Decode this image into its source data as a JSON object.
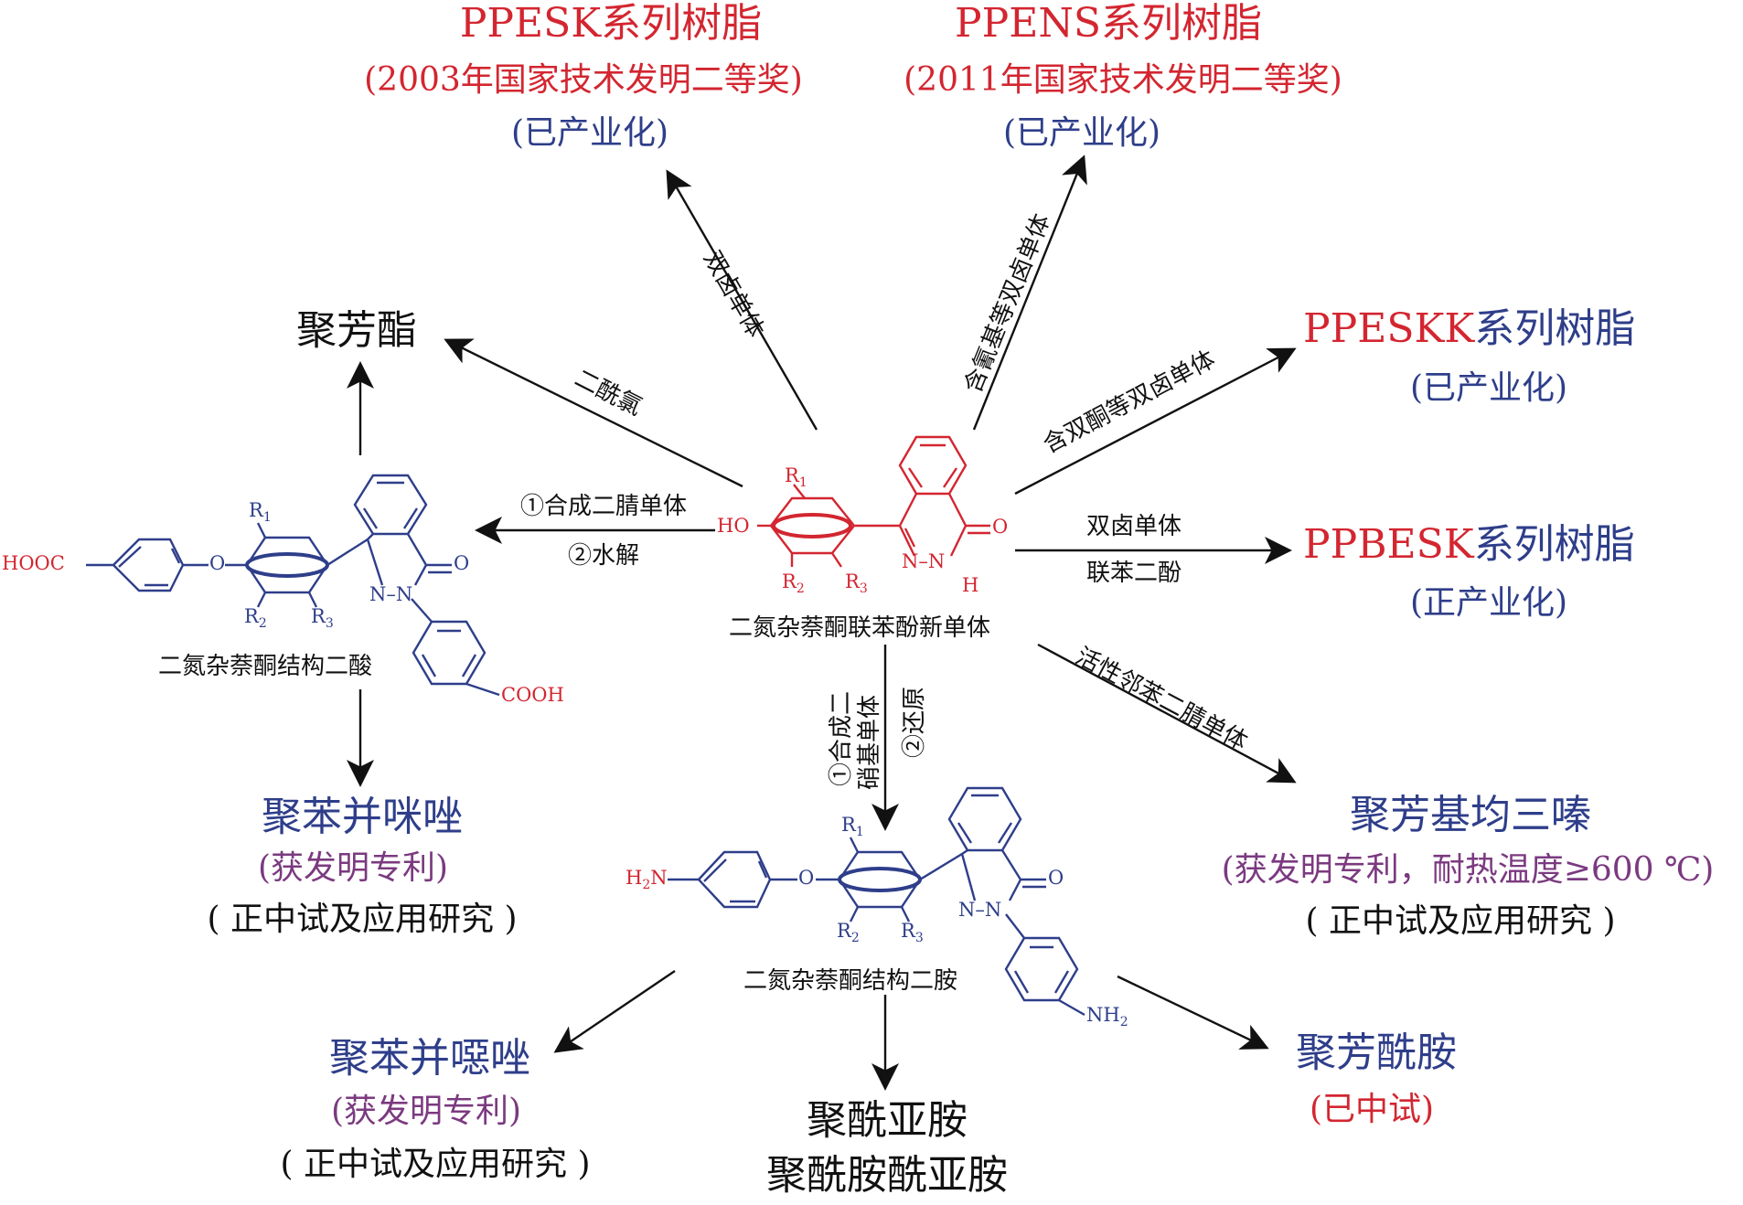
{
  "center": {
    "caption": "二氮杂萘酮联苯酚新单体",
    "ho": "HO",
    "r1": "R",
    "r1_sub": "1",
    "r2": "R",
    "r2_sub": "2",
    "r3": "R",
    "r3_sub": "3",
    "o": "O",
    "n_left": "N",
    "n_dash": "–",
    "n_right": "N",
    "h": "H"
  },
  "ppesk": {
    "title": "PPESK系列树脂",
    "award": "(2003年国家技术发明二等奖)",
    "status": "(已产业化)",
    "route": "双卤单体"
  },
  "ppens": {
    "title": "PPENS系列树脂",
    "award": "(2011年国家技术发明二等奖)",
    "status": "(已产业化)",
    "route": "含氰基等双卤单体"
  },
  "ppeskk": {
    "title_red": "PPESKK",
    "title_black": "系列树脂",
    "status": "(已产业化)",
    "route": "含双酮等双卤单体"
  },
  "ppbesk": {
    "title_red": "PPBESK",
    "title_black": "系列树脂",
    "status": "(正产业化)",
    "route_top": "双卤单体",
    "route_bottom": "联苯二酚"
  },
  "triazine": {
    "title": "聚芳基均三嗪",
    "note": "(获发明专利，耐热温度≥600 ℃)",
    "status": "( 正中试及应用研究 )",
    "route": "活性邻苯二腈单体"
  },
  "polyarylate": {
    "title": "聚芳酯",
    "route": "二酰氯"
  },
  "diacid": {
    "caption": "二氮杂萘酮结构二酸",
    "hooc": "HOOC",
    "cooh": "COOH",
    "o_ether": "O",
    "o_keto": "O",
    "n_left": "N",
    "n_dash": "–",
    "n_right": "N",
    "r1": "R",
    "r1_sub": "1",
    "r2": "R",
    "r2_sub": "2",
    "r3": "R",
    "r3_sub": "3",
    "route_top": "①合成二腈单体",
    "route_bottom": "②水解"
  },
  "pbi": {
    "title": "聚苯并咪唑",
    "note": "(获发明专利)",
    "status": "( 正中试及应用研究 )"
  },
  "diamine": {
    "caption": "二氮杂萘酮结构二胺",
    "h2n": "H",
    "h2n_sub": "2",
    "h2n_n": "N",
    "nh2": "NH",
    "nh2_sub": "2",
    "o_ether": "O",
    "o_keto": "O",
    "n_left": "N",
    "n_dash": "–",
    "n_right": "N",
    "r1": "R",
    "r1_sub": "1",
    "r2": "R",
    "r2_sub": "2",
    "r3": "R",
    "r3_sub": "3",
    "route_left_1": "①合成二",
    "route_left_2": "硝基单体",
    "route_right": "②还原"
  },
  "pbo": {
    "title": "聚苯并噁唑",
    "note": "(获发明专利)",
    "status": "( 正中试及应用研究 )"
  },
  "polyimide": {
    "title_1": "聚酰亚胺",
    "title_2": "聚酰胺酰亚胺"
  },
  "polyamide": {
    "title": "聚芳酰胺",
    "status": "(已中试)"
  },
  "colors": {
    "red": "#d32630",
    "blue": "#2e3e8a",
    "purple": "#7b3a80",
    "black": "#111111"
  }
}
